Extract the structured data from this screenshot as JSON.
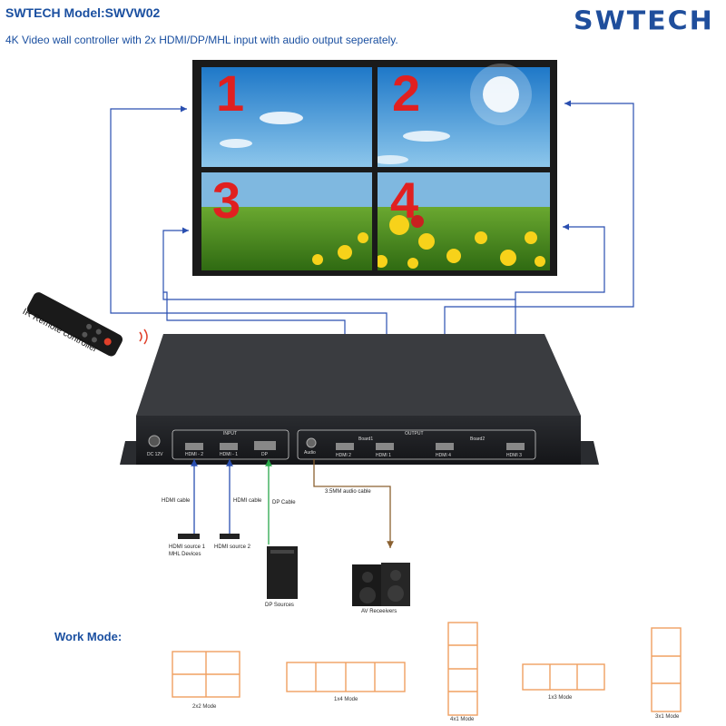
{
  "header": {
    "title": "SWTECH Model:SWVW02",
    "subtitle": "4K Video wall controller with 2x HDMI/DP/MHL input with audio output seperately.",
    "logo_text": "SWTECH"
  },
  "videowall": {
    "screens": [
      "1",
      "2",
      "3",
      "4"
    ]
  },
  "remote": {
    "label": "IR Remote controller"
  },
  "device": {
    "power_label": "DC 12V",
    "input_label": "INPUT",
    "output_label": "OUTPUT",
    "ports": [
      "HDMI - 2",
      "HDMI - 1",
      "DP"
    ],
    "audio_label": "Audio",
    "board1_label": "Board1",
    "board2_label": "Board2",
    "outputs": [
      "HDMI 2",
      "HDMI 1",
      "HDMI 4",
      "HDMI 3"
    ]
  },
  "cables": {
    "hdmi_cable_1": "HDMI cable",
    "hdmi_cable_2": "HDMI cable",
    "dp_cable": "DP Cable",
    "audio_cable": "3.5MM audio cable"
  },
  "sources": {
    "hdmi_source_1_line1": "HDMI source 1",
    "hdmi_source_1_line2": "MHL Devices",
    "hdmi_source_2": "HDMI source 2",
    "dp_sources": "DP Sources",
    "av_receivers": "AV Receeivers"
  },
  "work_mode": {
    "title": "Work Mode:",
    "modes": [
      "2x2 Mode",
      "1x4 Mode",
      "4x1 Mode",
      "1x3 Mode",
      "3x1 Mode"
    ]
  },
  "colors": {
    "brand_blue": "#1a4fa0",
    "signal_line": "#2a4fb0",
    "dp_line": "#2aa84a",
    "audio_line": "#a0702a",
    "mode_box": "#f0a060"
  }
}
